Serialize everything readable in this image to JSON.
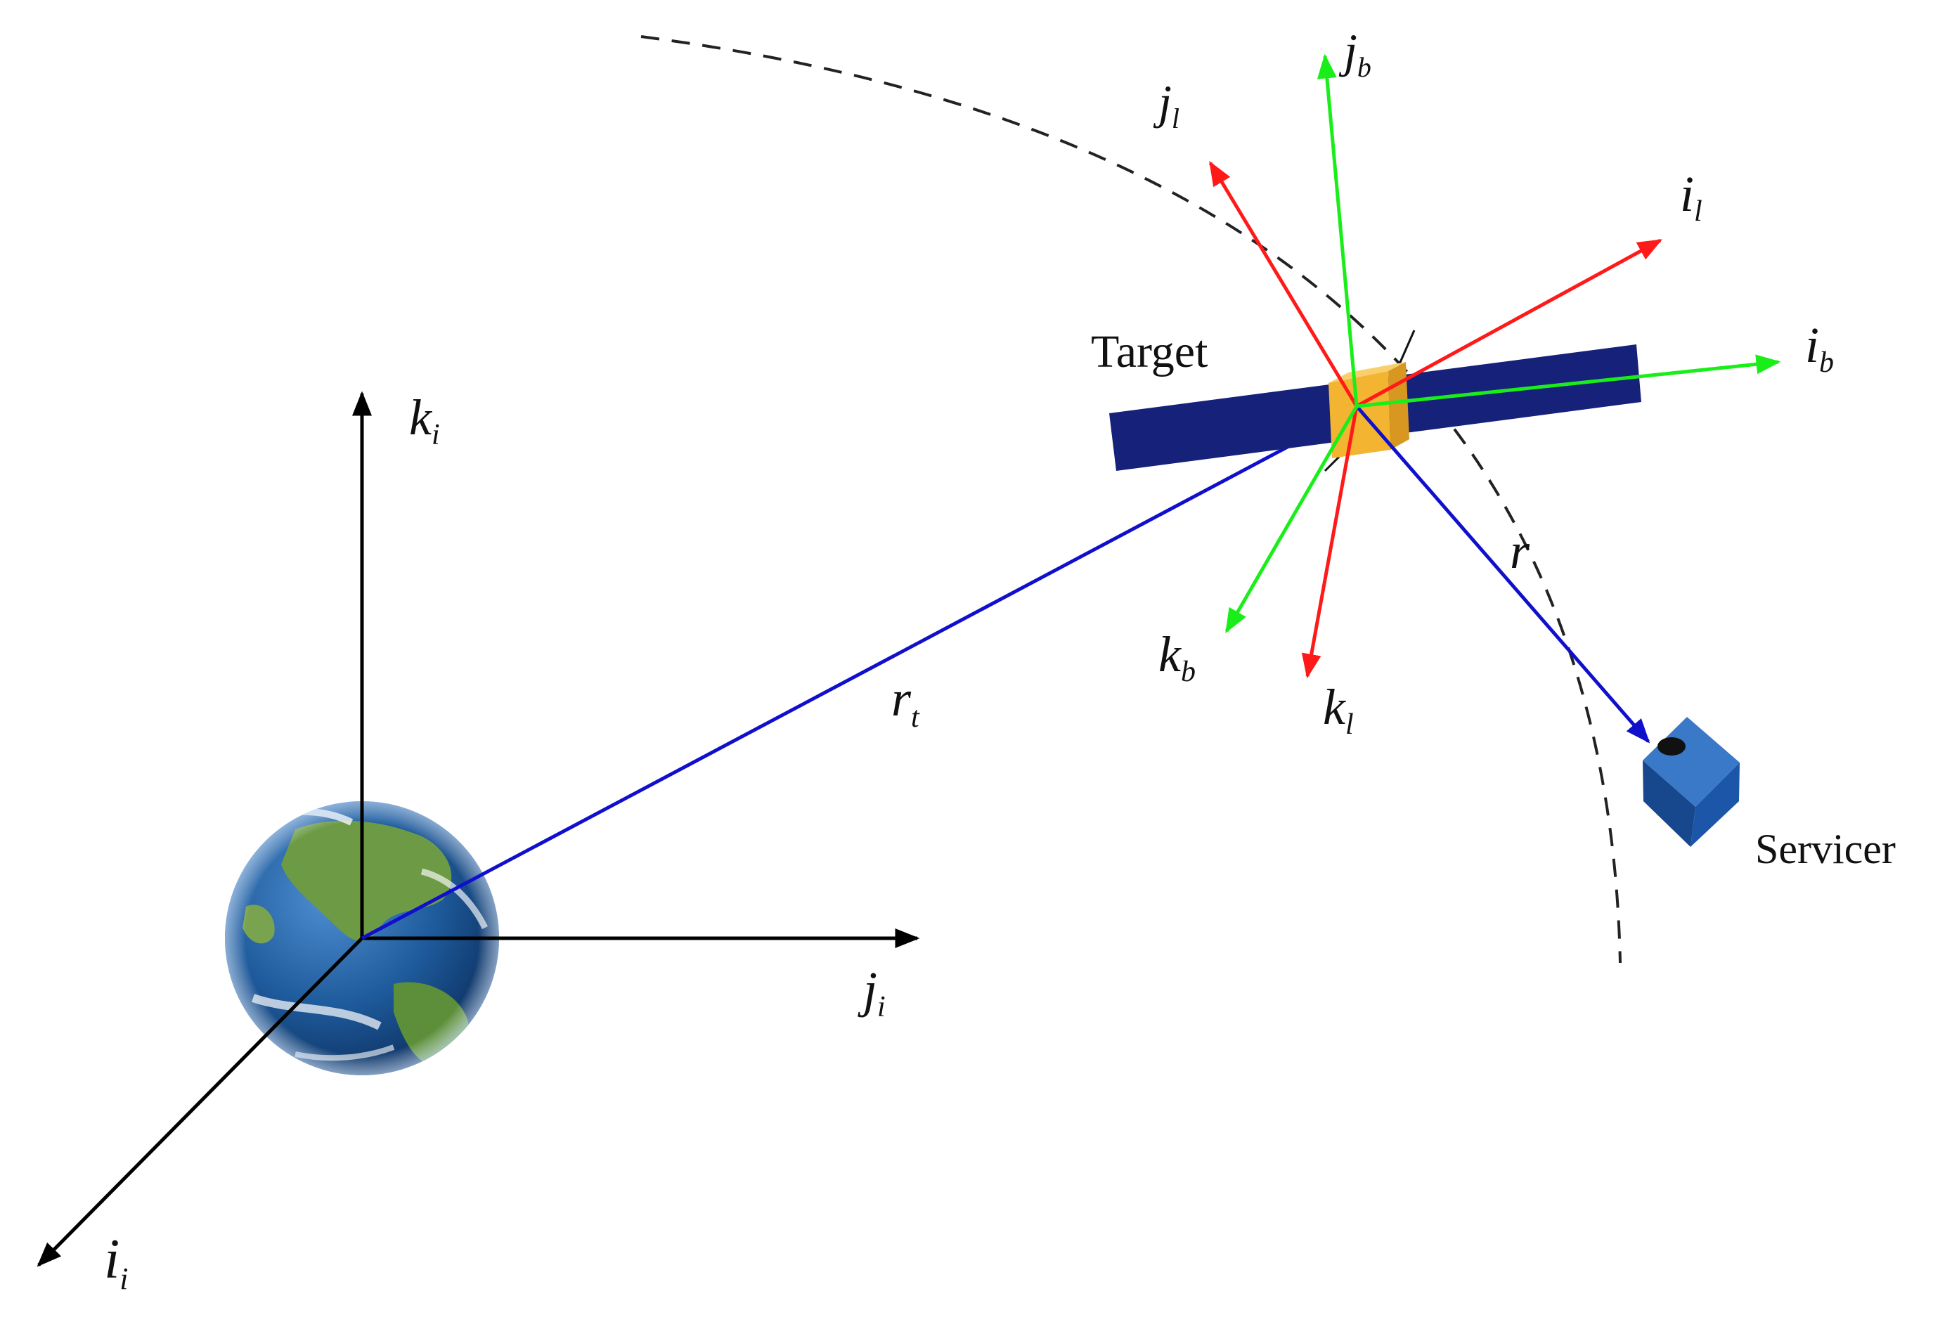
{
  "colors": {
    "inertial_axes": "#000000",
    "lvlh_axes": "#ff1a1a",
    "body_axes": "#1aee1a",
    "position_vectors": "#1010cc",
    "orbit_path": "#222222",
    "solar_panel": "#16217a",
    "target_bus": "#f2b431",
    "servicer_body": "#1c56a8",
    "earth_ocean": "#1f5c9e",
    "earth_land": "#5d8f3a"
  },
  "icons": {
    "earth": "earth-globe-icon",
    "target": "satellite-icon",
    "servicer": "servicer-cube-icon"
  },
  "labels": {
    "target": "Target",
    "servicer": "Servicer",
    "k_i": {
      "base": "k",
      "sub": "i"
    },
    "j_i": {
      "base": "j",
      "sub": "i"
    },
    "i_i": {
      "base": "i",
      "sub": "i"
    },
    "r_t": {
      "base": "r",
      "sub": "t"
    },
    "r": {
      "base": "r",
      "sub": ""
    },
    "j_l": {
      "base": "j",
      "sub": "l"
    },
    "j_b": {
      "base": "j",
      "sub": "b"
    },
    "i_l": {
      "base": "i",
      "sub": "l"
    },
    "i_b": {
      "base": "i",
      "sub": "b"
    },
    "k_b": {
      "base": "k",
      "sub": "b"
    },
    "k_l": {
      "base": "k",
      "sub": "l"
    }
  }
}
